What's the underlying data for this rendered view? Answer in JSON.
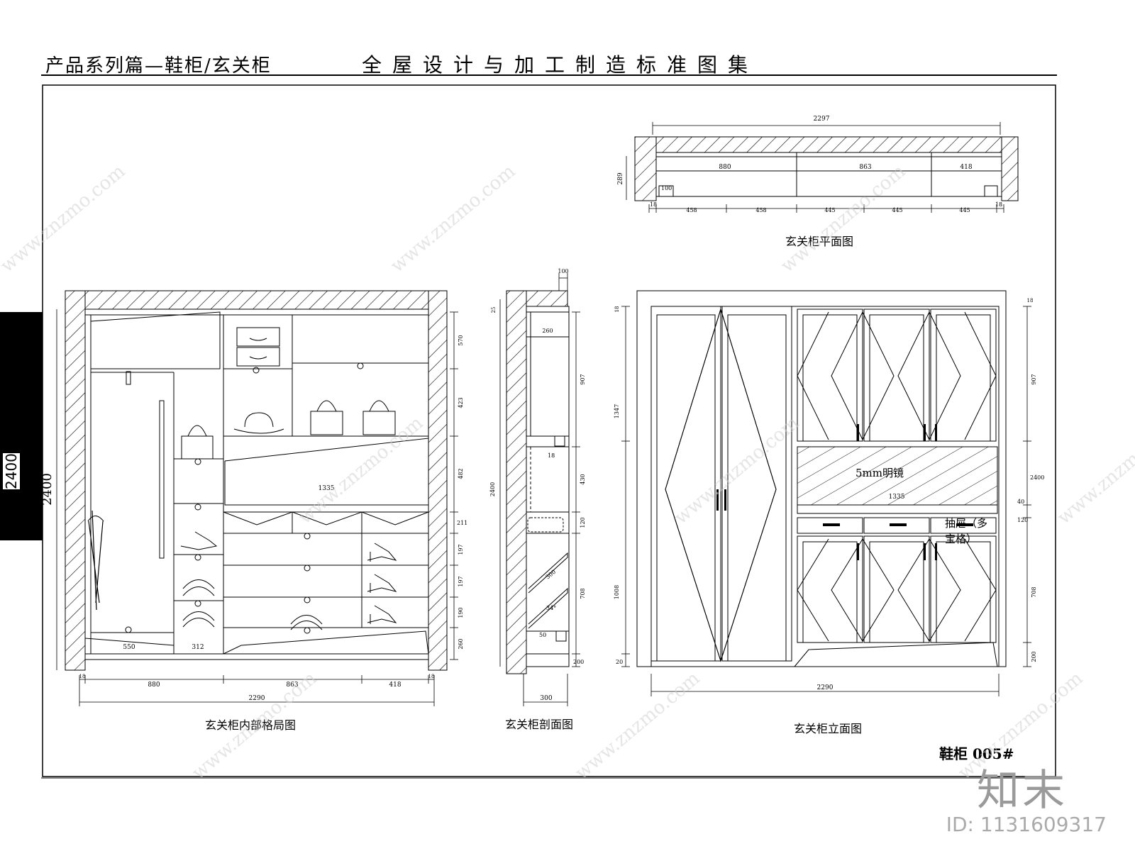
{
  "header": {
    "left_title": "产品系列篇—鞋柜/玄关柜",
    "center_title": "全屋设计与加工制造标准图集"
  },
  "plan_view": {
    "caption": "玄关柜平面图",
    "total": "2297",
    "depth": "289",
    "inner": [
      "880",
      "863",
      "418"
    ],
    "offset": "100",
    "bottom": [
      "18",
      "458",
      "458",
      "445",
      "445",
      "445",
      "18"
    ]
  },
  "interior_view": {
    "caption": "玄关柜内部格局图",
    "height": "2400",
    "right_dims": [
      "570",
      "423",
      "482",
      "211",
      "197",
      "197",
      "190",
      "260"
    ],
    "inner_width_label": "1335",
    "bottom_labels": [
      "550",
      "312"
    ],
    "bottom_dims": [
      "18",
      "880",
      "863",
      "418",
      "18"
    ],
    "total": "2290"
  },
  "section_view": {
    "caption": "玄关柜剖面图",
    "top_dim": "100",
    "top_small": "25",
    "shelf_depth": "260",
    "height": "2400",
    "right_dims": [
      "907",
      "430",
      "120",
      "708",
      "200"
    ],
    "gap": "18",
    "slant": "300",
    "angle": "34°",
    "bottom_small": "50",
    "depth": "300"
  },
  "elevation_view": {
    "caption": "玄关柜立面图",
    "left_dims": [
      "18",
      "1347",
      "1008",
      "20"
    ],
    "right_dims": [
      "18",
      "907",
      "2400",
      "40",
      "120",
      "708",
      "200"
    ],
    "mirror_label": "5mm明镜",
    "mirror_width": "1335",
    "drawer_label_1": "抽屉（多",
    "drawer_label_2": "宝格）",
    "total": "2290"
  },
  "sidebar": {
    "number": "2400"
  },
  "code_label": "鞋柜 005#",
  "watermark": {
    "logo": "知末",
    "id_text": "ID: 1131609317",
    "site": "www.znzmo.com"
  }
}
